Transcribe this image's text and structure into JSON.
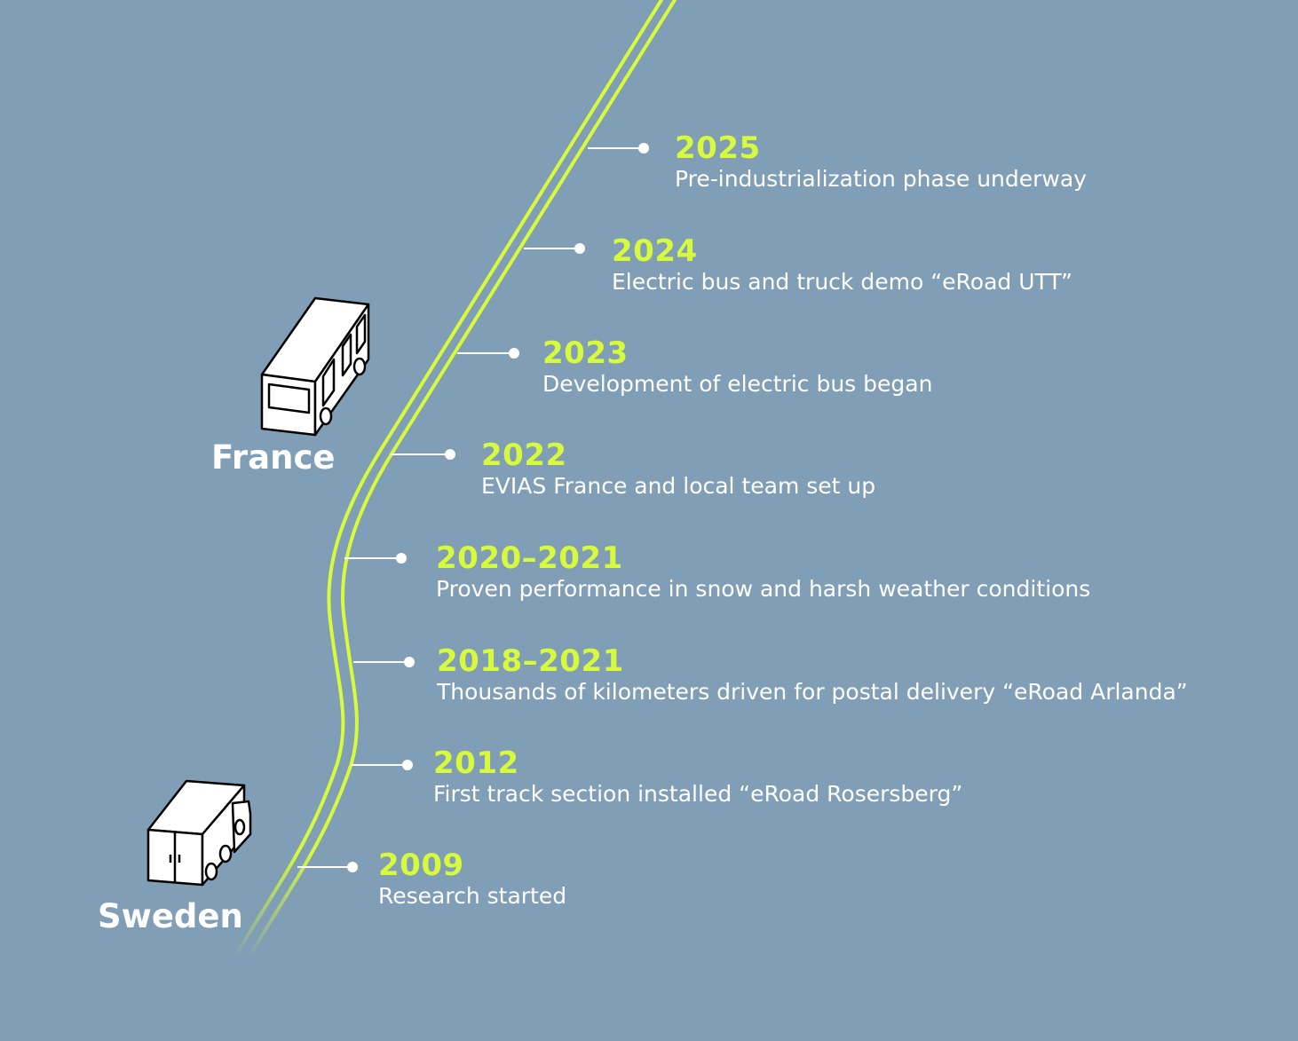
{
  "colors": {
    "background": "#809eb5",
    "road": "#d7fa3c",
    "year_text": "#d7fa3c",
    "text": "#ffffff"
  },
  "countries": {
    "france": "France",
    "sweden": "Sweden"
  },
  "vehicles": [
    {
      "icon": "bus-icon"
    },
    {
      "icon": "truck-icon"
    }
  ],
  "milestones": [
    {
      "year": "2025",
      "description": "Pre-industrialization phase underway"
    },
    {
      "year": "2024",
      "description": "Electric bus and truck demo “eRoad UTT”"
    },
    {
      "year": "2023",
      "description": "Development of electric bus began"
    },
    {
      "year": "2022",
      "description": "EVIAS France and local team set up"
    },
    {
      "year": "2020–2021",
      "description": "Proven performance in snow and harsh weather conditions"
    },
    {
      "year": "2018–2021",
      "description": "Thousands of kilometers driven for postal delivery “eRoad Arlanda”"
    },
    {
      "year": "2012",
      "description": "First track section installed “eRoad Rosersberg”"
    },
    {
      "year": "2009",
      "description": "Research started"
    }
  ]
}
